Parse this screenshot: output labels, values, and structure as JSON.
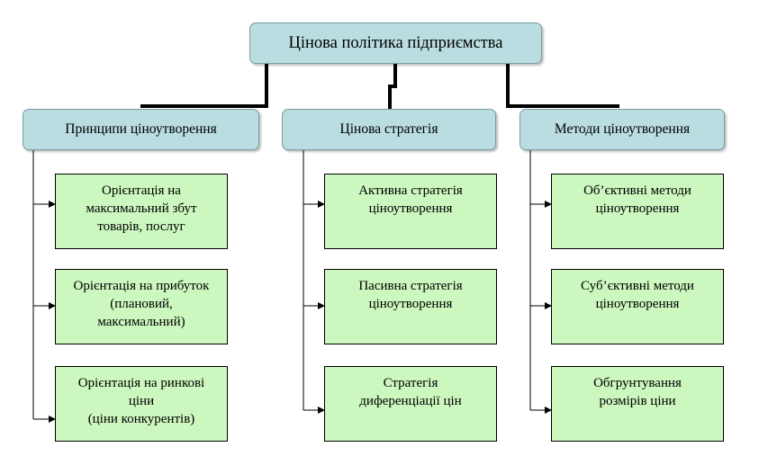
{
  "root": {
    "label": "Цінова політика підприємства"
  },
  "columns": [
    {
      "label": "Принципи ціноутворення",
      "items": [
        "Орієнтація на\nмаксимальний збут\nтоварів, послуг",
        "Орієнтація на прибуток\n(плановий,\nмаксимальний)",
        "Орієнтація на ринкові\nціни\n(ціни конкурентів)"
      ]
    },
    {
      "label": "Цінова стратегія",
      "items": [
        "Активна стратегія\nціноутворення",
        "Пасивна стратегія\nціноутворення",
        "Стратегія\nдиференціації цін"
      ]
    },
    {
      "label": "Методи ціноутворення",
      "items": [
        "Об’єктивні методи\nціноутворення",
        "Суб’єктивні методи\nціноутворення",
        "Обгрунтування\nрозмірів ціни"
      ]
    }
  ]
}
